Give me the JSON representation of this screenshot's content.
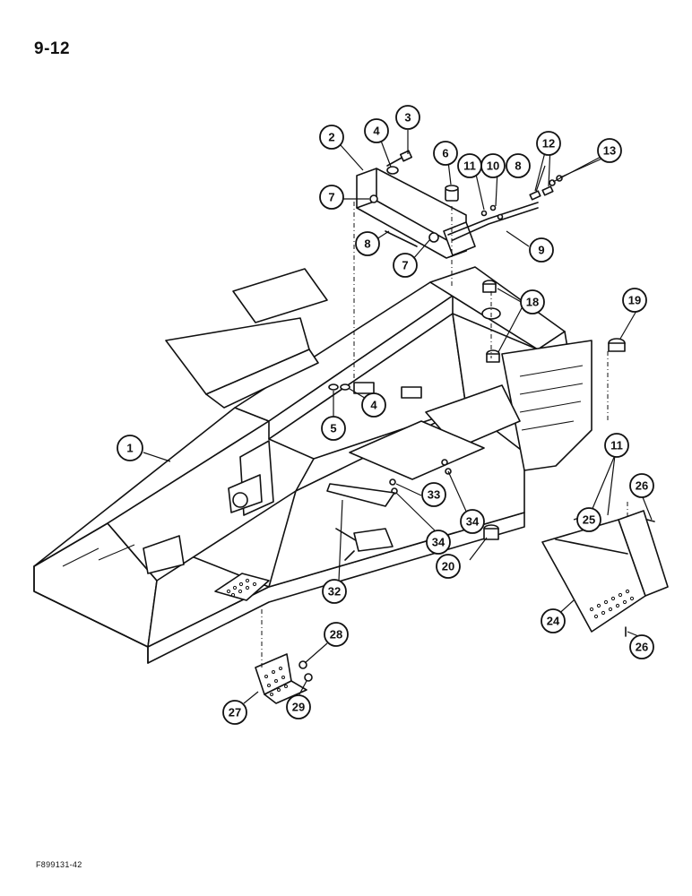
{
  "page_number": "9-12",
  "figure_code": "F899131-42",
  "callouts": {
    "c1": "1",
    "c2": "2",
    "c3": "3",
    "c4a": "4",
    "c4b": "4",
    "c5": "5",
    "c6": "6",
    "c7a": "7",
    "c7b": "7",
    "c8a": "8",
    "c8b": "8",
    "c9": "9",
    "c10": "10",
    "c11a": "11",
    "c11b": "11",
    "c12": "12",
    "c13": "13",
    "c18": "18",
    "c19": "19",
    "c20": "20",
    "c24": "24",
    "c25": "25",
    "c26a": "26",
    "c26b": "26",
    "c27": "27",
    "c28": "28",
    "c29": "29",
    "c32": "32",
    "c33": "33",
    "c34a": "34",
    "c34b": "34"
  }
}
